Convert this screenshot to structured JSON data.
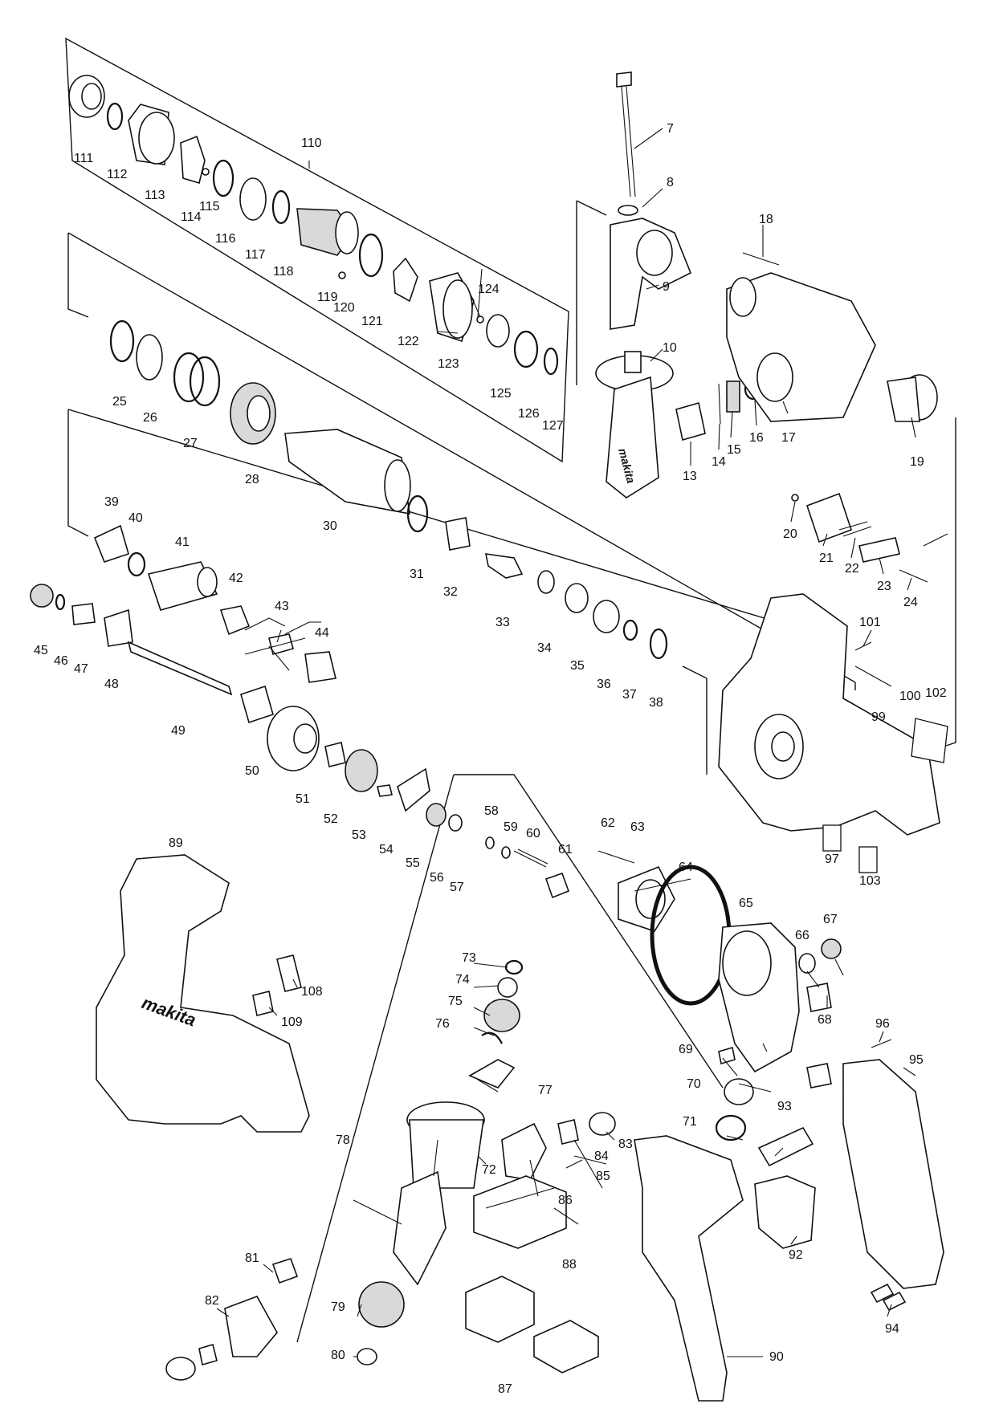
{
  "diagram": {
    "brand_marks": [
      "makita",
      "makita"
    ],
    "part_numbers": {
      "p7": "7",
      "p8": "8",
      "p9": "9",
      "p10": "10",
      "p13": "13",
      "p14": "14",
      "p15": "15",
      "p16": "16",
      "p17": "17",
      "p18": "18",
      "p19": "19",
      "p20": "20",
      "p21": "21",
      "p22": "22",
      "p23": "23",
      "p24": "24",
      "p25": "25",
      "p26": "26",
      "p27": "27",
      "p28": "28",
      "p30": "30",
      "p31": "31",
      "p32": "32",
      "p33": "33",
      "p34": "34",
      "p35": "35",
      "p36": "36",
      "p37": "37",
      "p38": "38",
      "p39": "39",
      "p40": "40",
      "p41": "41",
      "p42": "42",
      "p43": "43",
      "p44": "44",
      "p45": "45",
      "p46": "46",
      "p47": "47",
      "p48": "48",
      "p49": "49",
      "p50": "50",
      "p51": "51",
      "p52": "52",
      "p53": "53",
      "p54": "54",
      "p55": "55",
      "p56": "56",
      "p57": "57",
      "p58": "58",
      "p59": "59",
      "p60": "60",
      "p61": "61",
      "p62": "62",
      "p63": "63",
      "p64": "64",
      "p65": "65",
      "p66": "66",
      "p67": "67",
      "p68": "68",
      "p69": "69",
      "p70": "70",
      "p71": "71",
      "p72": "72",
      "p73": "73",
      "p74": "74",
      "p75": "75",
      "p76": "76",
      "p77": "77",
      "p78": "78",
      "p79": "79",
      "p80": "80",
      "p81": "81",
      "p82": "82",
      "p83": "83",
      "p84": "84",
      "p85": "85",
      "p86": "86",
      "p87": "87",
      "p88": "88",
      "p89": "89",
      "p90": "90",
      "p92": "92",
      "p93": "93",
      "p94": "94",
      "p95": "95",
      "p96": "96",
      "p97": "97",
      "p99": "99",
      "p100": "100",
      "p101": "101",
      "p102": "102",
      "p103": "103",
      "p108": "108",
      "p109": "109",
      "p110": "110",
      "p111": "111",
      "p112": "112",
      "p113": "113",
      "p114": "114",
      "p115": "115",
      "p116": "116",
      "p117": "117",
      "p118": "118",
      "p119": "119",
      "p120": "120",
      "p121": "121",
      "p122": "122",
      "p123": "123",
      "p124": "124",
      "p125": "125",
      "p126": "126",
      "p127": "127"
    }
  }
}
